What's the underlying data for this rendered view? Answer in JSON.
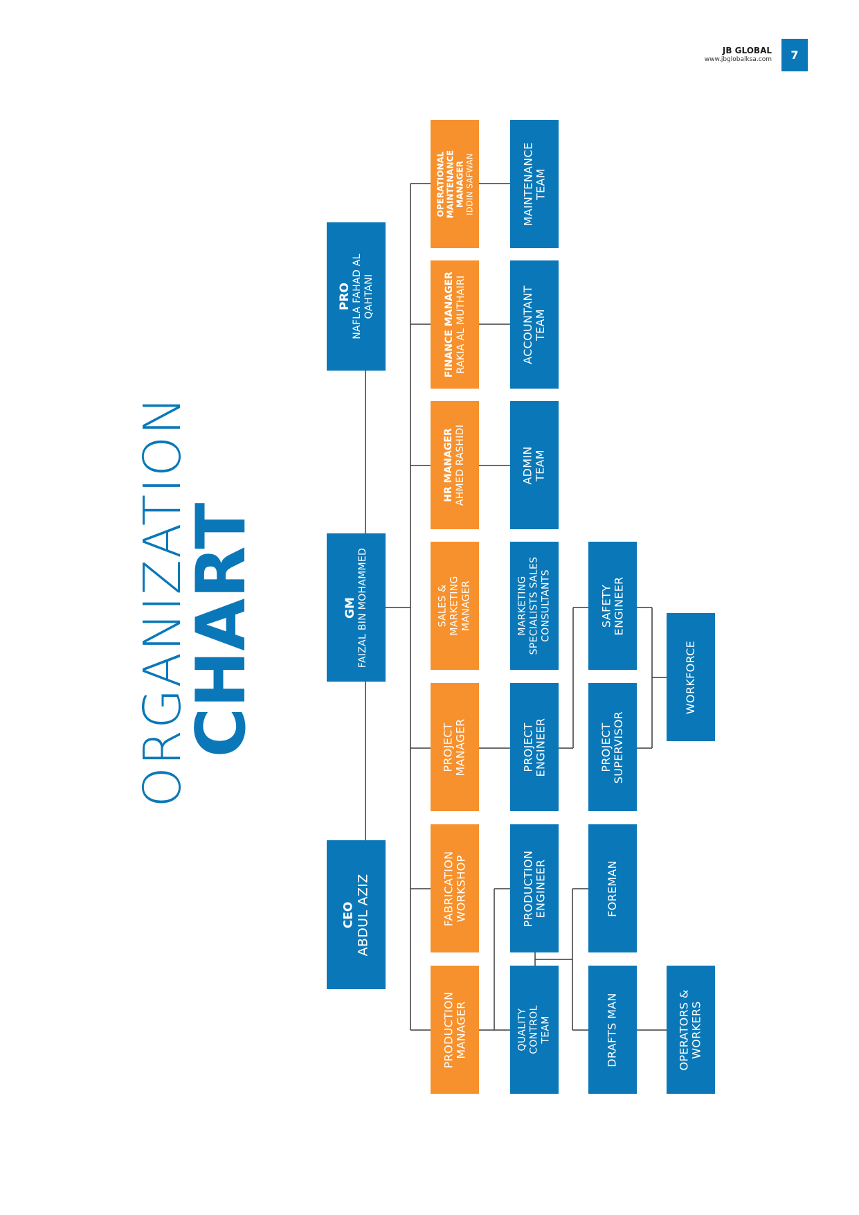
{
  "header": {
    "brand": "JB GLOBAL",
    "url": "www.jbglobalksa.com",
    "page_number": "7"
  },
  "title": {
    "light": "ORGANIZATION",
    "bold": "CHART"
  },
  "colors": {
    "blue": "#0a78b8",
    "orange": "#f6912e",
    "line": "#3a3a3a"
  },
  "nodes": {
    "ceo": {
      "title": "CEO",
      "name": "ABDUL AZIZ"
    },
    "gm": {
      "title": "GM",
      "name": "FAIZAL BIN MOHAMMED"
    },
    "pro": {
      "title": "PRO",
      "name_1": "NAFLA FAHAD AL",
      "name_2": "QAHTANI"
    },
    "operational_maintenance_manager": {
      "title_1": "OPERATIONAL",
      "title_2": "MAINTENANCE",
      "title_3": "MANAGER",
      "name": "IDDIN SAFWAN"
    },
    "finance_manager": {
      "title": "FINANCE MANAGER",
      "name": "RAKIA AL MUTHAIRI"
    },
    "hr_manager": {
      "title": "HR MANAGER",
      "name": "AHMED RASHIDI"
    },
    "sales_marketing_manager": {
      "line_1": "SALES &",
      "line_2": "MARKETING",
      "line_3": "MANAGER"
    },
    "project_manager": {
      "line_1": "PROJECT",
      "line_2": "MANAGER"
    },
    "fabrication_workshop": {
      "line_1": "FABRICATION",
      "line_2": "WORKSHOP"
    },
    "production_manager": {
      "line_1": "PRODUCTION",
      "line_2": "MANAGER"
    },
    "maintenance_team": {
      "line_1": "MAINTENANCE",
      "line_2": "TEAM"
    },
    "accountant_team": {
      "line_1": "ACCOUNTANT",
      "line_2": "TEAM"
    },
    "admin_team": {
      "line_1": "ADMIN",
      "line_2": "TEAM"
    },
    "marketing_specialists": {
      "line_1": "MARKETING",
      "line_2": "SPECIALISTS SALES",
      "line_3": "CONSULTANTS"
    },
    "project_engineer": {
      "line_1": "PROJECT",
      "line_2": "ENGINEER"
    },
    "production_engineer": {
      "line_1": "PRODUCTION",
      "line_2": "ENGINEER"
    },
    "quality_control_team": {
      "line_1": "QUALITY",
      "line_2": "CONTROL",
      "line_3": "TEAM"
    },
    "safety_engineer": {
      "line_1": "SAFETY",
      "line_2": "ENGINEER"
    },
    "project_supervisor": {
      "line_1": "PROJECT",
      "line_2": "SUPERVISOR"
    },
    "foreman": {
      "line_1": "FOREMAN"
    },
    "drafts_man": {
      "line_1": "DRAFTS MAN"
    },
    "workforce": {
      "line_1": "WORKFORCE"
    },
    "operators_workers": {
      "line_1": "OPERATORS &",
      "line_2": "WORKERS"
    }
  }
}
